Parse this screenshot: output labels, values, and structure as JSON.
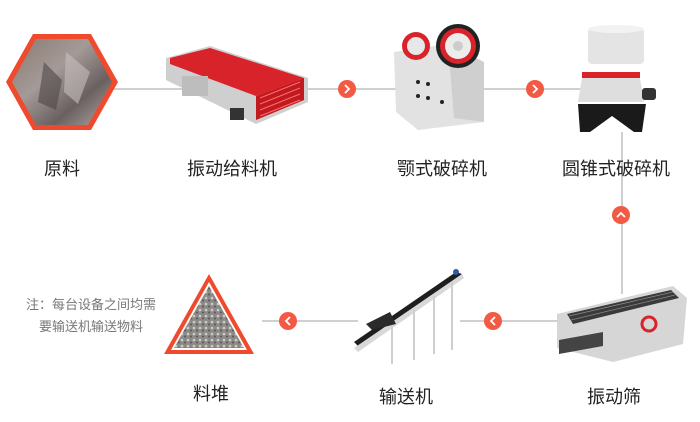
{
  "steps": [
    {
      "id": "raw-material",
      "label": "原料"
    },
    {
      "id": "vibrating-feeder",
      "label": "振动给料机"
    },
    {
      "id": "jaw-crusher",
      "label": "颚式破碎机"
    },
    {
      "id": "cone-crusher",
      "label": "圆锥式破碎机"
    },
    {
      "id": "vibrating-screen",
      "label": "振动筛"
    },
    {
      "id": "conveyor",
      "label": "输送机"
    },
    {
      "id": "stockpile",
      "label": "料堆"
    }
  ],
  "note": {
    "line1": "注：每台设备之间均需",
    "line2": "要输送机输送物料"
  },
  "colors": {
    "accent": "#f25a45",
    "line": "#d0d0d0",
    "text": "#222222",
    "note": "#777777"
  }
}
